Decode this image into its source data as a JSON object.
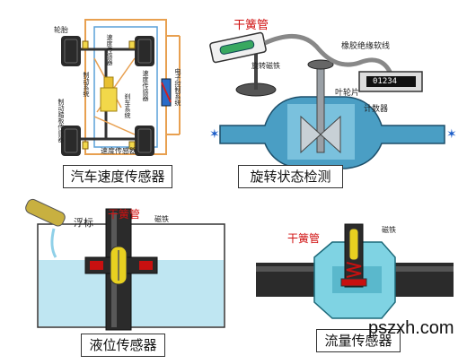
{
  "watermark": "pszxh.com",
  "panels": {
    "car_speed": {
      "caption": "汽车速度传感器",
      "labels": {
        "wheel": "轮胎",
        "speed_sensor_top": "速度传感器",
        "speed_sensor_right": "速度传感器",
        "speed_sensor_bottom": "速度传感器",
        "brake_system_left": "制动系统",
        "brake_system_mid": "刹车系统",
        "abs_sensor": "制动踏板传感器",
        "ecu": "电子控制系统"
      }
    },
    "rotation": {
      "caption": "旋转状态检测",
      "labels": {
        "reed": "干簧管",
        "cable": "橡胶绝缘软线",
        "magnet": "旋转磁铁",
        "impeller": "叶轮片",
        "counter": "计数器",
        "counter_value": "01234"
      }
    },
    "liquid": {
      "caption": "液位传感器",
      "labels": {
        "float": "浮标",
        "reed": "干簧管",
        "magnet": "磁铁"
      }
    },
    "flow": {
      "caption": "流量传感器",
      "labels": {
        "reed": "干簧管",
        "magnet": "磁铁"
      }
    }
  },
  "colors": {
    "reed_red": "#d01010",
    "liquid_blue": "#bfe6f2",
    "pipe_dark": "#2b2b2b",
    "flow_cyan": "#7fd3e3",
    "frame_orange": "#e8a050",
    "magnet_red": "#c81010",
    "magnet_yellow": "#e8d020"
  }
}
